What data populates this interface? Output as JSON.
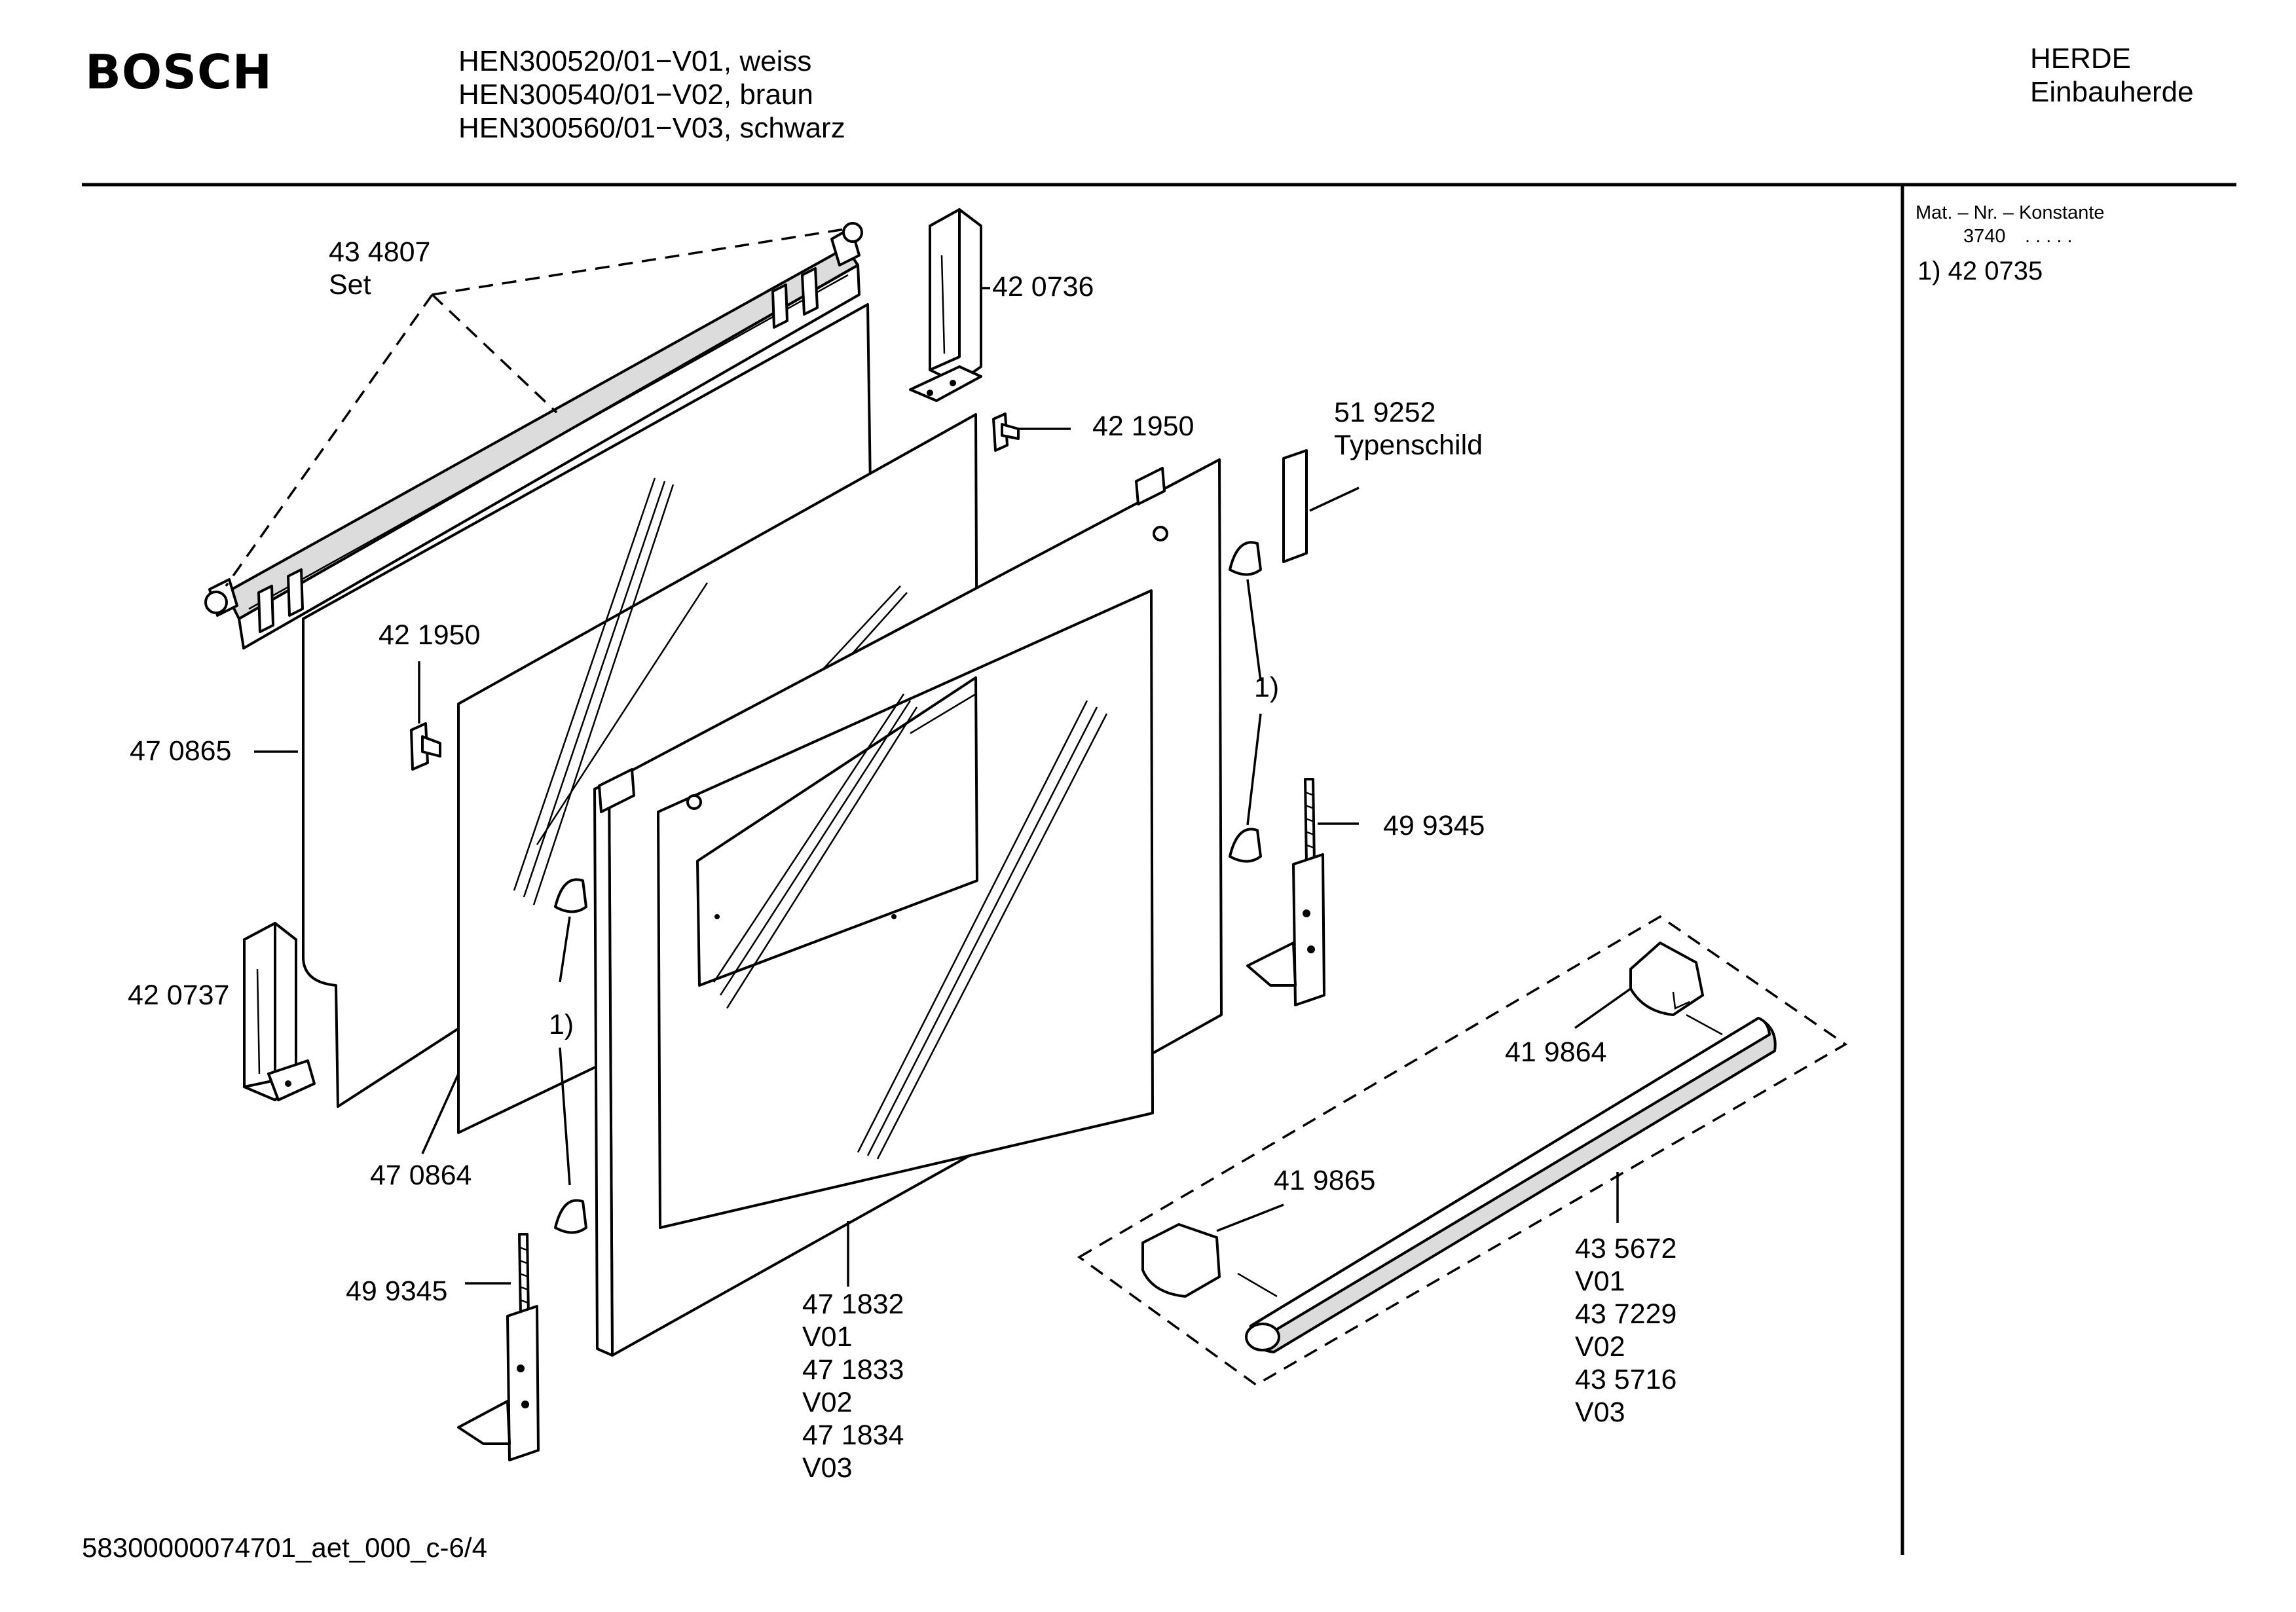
{
  "header": {
    "brand": "BOSCH",
    "models": [
      "HEN300520/01−V01, weiss",
      "HEN300540/01−V02, braun",
      "HEN300560/01−V03, schwarz"
    ],
    "category": "HERDE",
    "subcategory": "Einbauherde"
  },
  "side_panel": {
    "title": "Mat. – Nr. – Konstante",
    "code": "3740",
    "dots": ".    .    .    .    .",
    "note": "1)  42 0735"
  },
  "footer": {
    "id": "58300000074701_aet_000_c-6/4"
  },
  "labels": {
    "l434807": "43 4807",
    "l434807_set": "Set",
    "l420736": "42 0736",
    "l421950_top": "42 1950",
    "l519252": "51 9252",
    "l519252_name": "Typenschild",
    "l421950_mid": "42 1950",
    "l470865": "47 0865",
    "l420737": "42 0737",
    "ref1_right": "1)",
    "ref1_left": "1)",
    "l499345_right": "49 9345",
    "l499345_left": "49 9345",
    "l470864": "47 0864",
    "l419864": "41 9864",
    "l419865": "41 9865",
    "door_parts": [
      "47 1832",
      "V01",
      "47 1833",
      "V02",
      "47 1834",
      "V03"
    ],
    "handle_parts": [
      "43 5672",
      "V01",
      "43 7229",
      "V02",
      "43 5716",
      "V03"
    ]
  }
}
